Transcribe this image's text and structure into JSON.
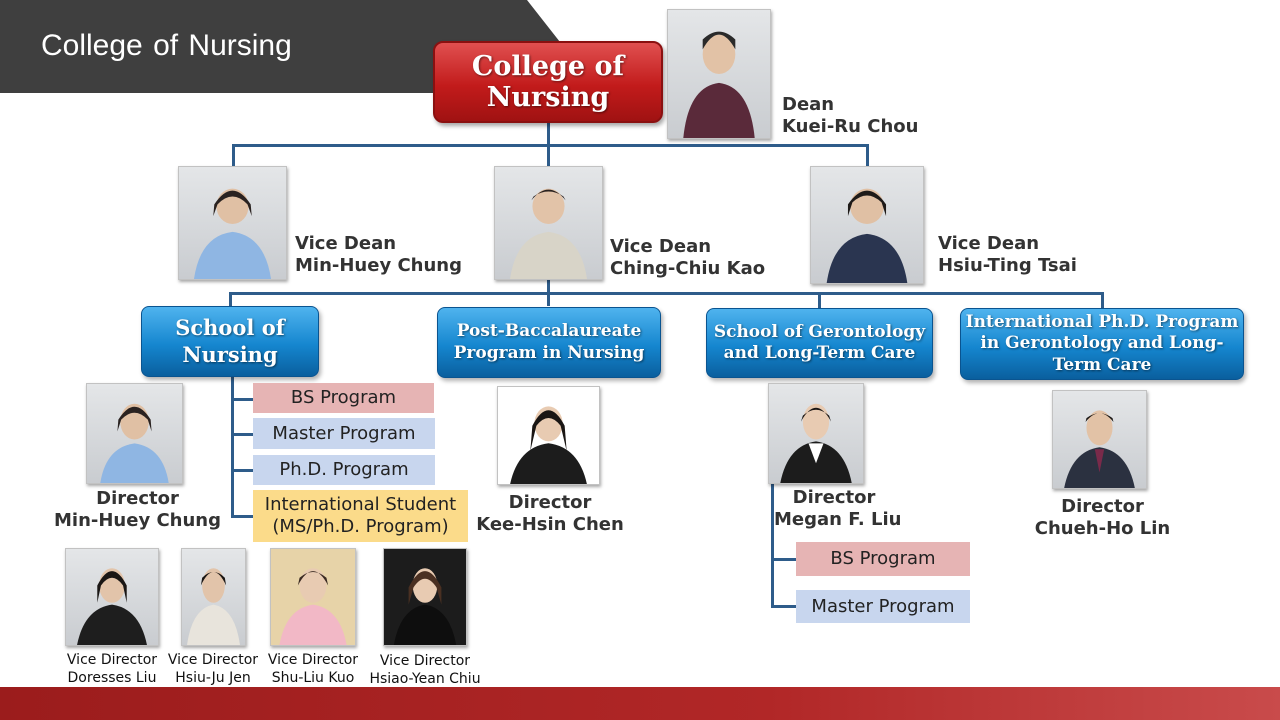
{
  "banner": {
    "title": "College of Nursing"
  },
  "root": {
    "label": "College of Nursing",
    "role": "Dean",
    "name": "Kuei-Ru Chou"
  },
  "vice_deans": [
    {
      "role": "Vice Dean",
      "name": "Min-Huey Chung"
    },
    {
      "role": "Vice Dean",
      "name": "Ching-Chiu Kao"
    },
    {
      "role": "Vice Dean",
      "name": "Hsiu-Ting Tsai"
    }
  ],
  "units": [
    {
      "label": "School of Nursing",
      "director_role": "Director",
      "director_name": "Min-Huey Chung"
    },
    {
      "label": "Post-Baccalaureate Program in Nursing",
      "director_role": "Director",
      "director_name": "Kee-Hsin Chen"
    },
    {
      "label": "School of Gerontology and Long-Term Care",
      "director_role": "Director",
      "director_name": "Megan F. Liu"
    },
    {
      "label": "International Ph.D. Program in Gerontology and Long-Term Care",
      "director_role": "Director",
      "director_name": "Chueh-Ho Lin"
    }
  ],
  "nursing_programs": [
    "BS Program",
    "Master Program",
    "Ph.D. Program",
    "International Student (MS/Ph.D. Program)"
  ],
  "gerontology_programs": [
    "BS Program",
    "Master Program"
  ],
  "vice_directors": [
    {
      "role": "Vice Director",
      "name": "Doresses Liu"
    },
    {
      "role": "Vice Director",
      "name": "Hsiu-Ju Jen"
    },
    {
      "role": "Vice Director",
      "name": "Shu-Liu Kuo"
    },
    {
      "role": "Vice Director",
      "name": "Hsiao-Yean Chiu"
    }
  ],
  "colors": {
    "banner": "#3f3f3f",
    "root_box": "#c21b1b",
    "unit_box": "#1586cf",
    "connector": "#2e5c8a",
    "program_pink": "#e6b4b4",
    "program_blue": "#c8d6ee",
    "program_yellow": "#fbdb8a",
    "footer": "#b12727"
  }
}
